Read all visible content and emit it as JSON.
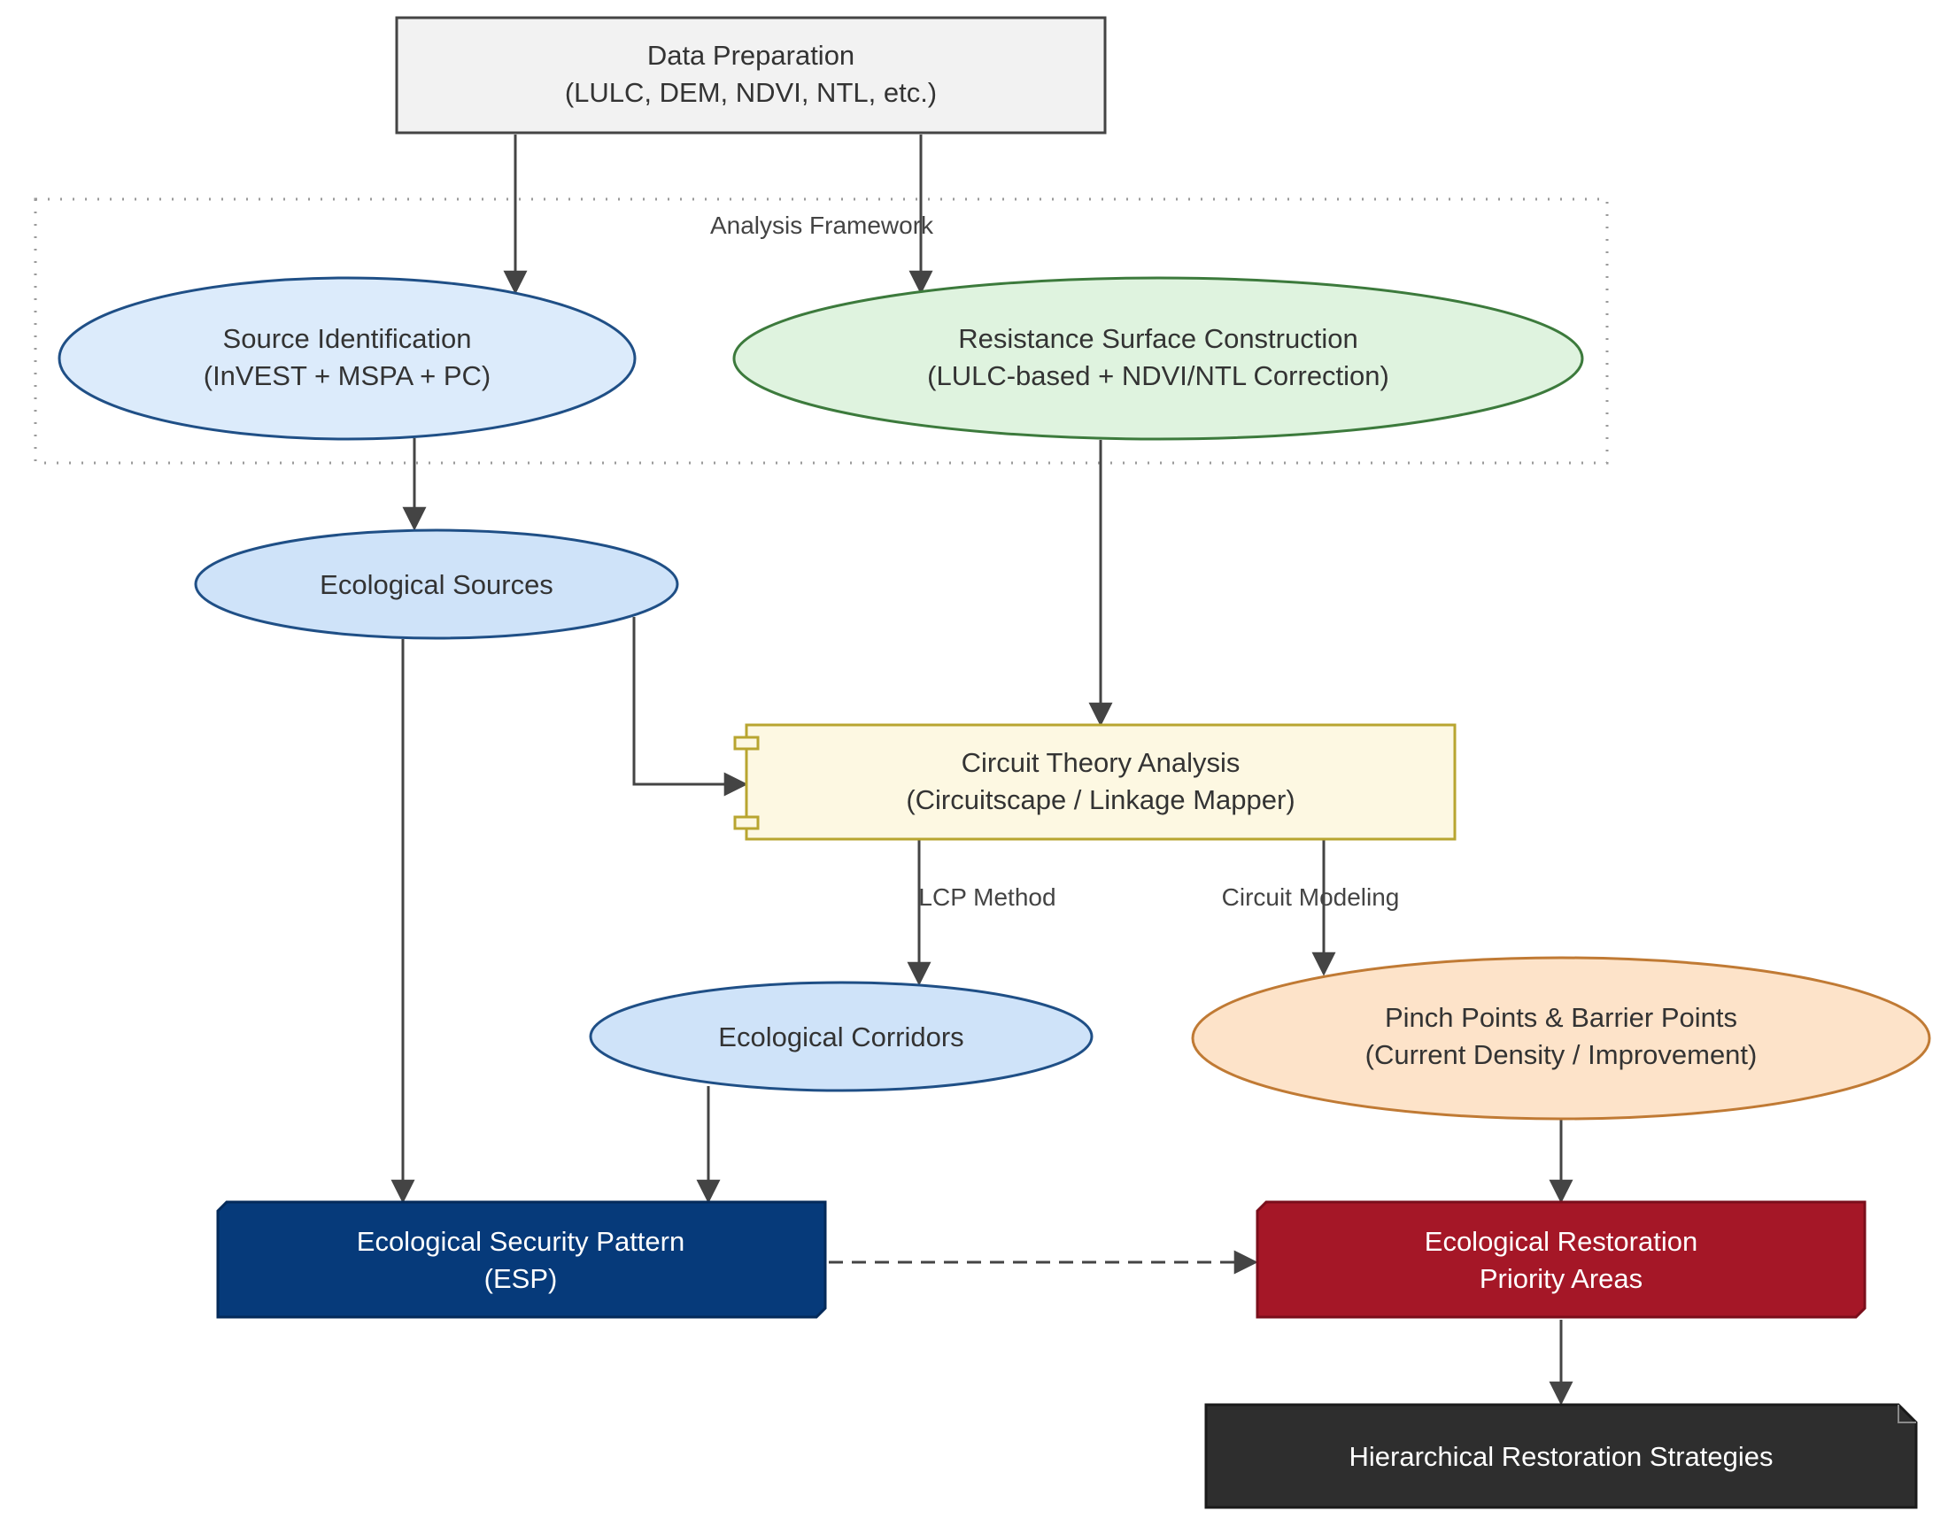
{
  "colors": {
    "data_prep_fill": "#f2f2f2",
    "source_fill": "#dcebfb",
    "resistance_fill": "#dff3df",
    "eco_fill": "#cfe3f9",
    "circuit_fill": "#fdf8e2",
    "pinch_fill": "#fde3c9",
    "esp_fill": "#063a7a",
    "restoration_fill": "#a51727",
    "strategies_fill": "#2e2e2e",
    "edge": "#444444"
  },
  "nodes": {
    "data_prep": {
      "line1": "Data Preparation",
      "line2": "(LULC, DEM, NDVI, NTL, etc.)"
    },
    "framework": {
      "label": "Analysis Framework"
    },
    "source_id": {
      "line1": "Source Identification",
      "line2": "(InVEST + MSPA + PC)"
    },
    "resistance": {
      "line1": "Resistance Surface Construction",
      "line2": "(LULC-based + NDVI/NTL Correction)"
    },
    "eco_sources": {
      "line1": "Ecological Sources"
    },
    "circuit": {
      "line1": "Circuit Theory Analysis",
      "line2": "(Circuitscape / Linkage Mapper)"
    },
    "corridors": {
      "line1": "Ecological Corridors"
    },
    "pinch": {
      "line1": "Pinch Points & Barrier Points",
      "line2": "(Current Density / Improvement)"
    },
    "esp": {
      "line1": "Ecological Security Pattern",
      "line2": "(ESP)"
    },
    "restoration": {
      "line1": "Ecological Restoration",
      "line2": "Priority Areas"
    },
    "strategies": {
      "line1": "Hierarchical Restoration Strategies"
    }
  },
  "edges": {
    "lcp_label": "LCP Method",
    "circuit_label": "Circuit Modeling"
  }
}
